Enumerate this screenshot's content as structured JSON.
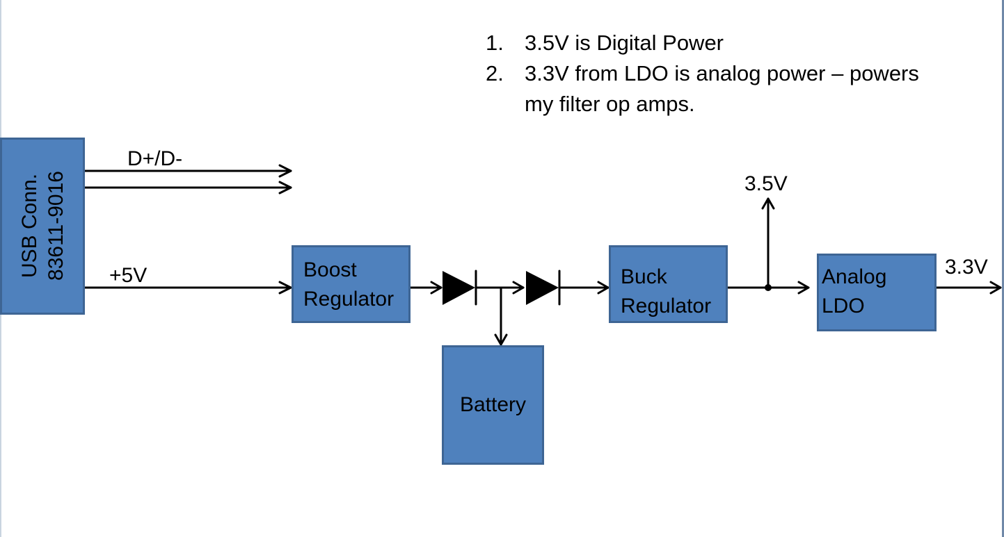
{
  "colors": {
    "block_fill": "#4F81BD",
    "block_border": "#3E6594",
    "wire": "#000000"
  },
  "notes": [
    {
      "num": "1.",
      "text": "3.5V is Digital Power"
    },
    {
      "num": "2.",
      "text": "3.3V from LDO is analog power – powers my filter op amps."
    }
  ],
  "blocks": {
    "usb": {
      "line1": "USB Conn.",
      "line2": "83611-9016"
    },
    "boost": {
      "line1": "Boost",
      "line2": "Regulator"
    },
    "battery": {
      "line1": "Battery"
    },
    "buck": {
      "line1": "Buck",
      "line2": "Regulator"
    },
    "ldo": {
      "line1": "Analog",
      "line2": "LDO"
    }
  },
  "signals": {
    "data": "D+/D-",
    "vbus": "+5V",
    "digital": "3.5V",
    "analog": "3.3V"
  },
  "components": {
    "diode1": "diode",
    "diode2": "diode",
    "junction": "node"
  }
}
